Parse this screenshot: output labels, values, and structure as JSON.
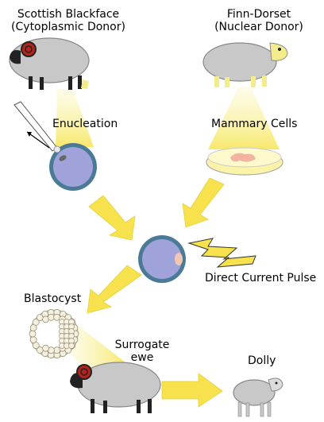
{
  "sheep": {
    "blackface_line1": "Scottish Blackface",
    "blackface_line2": "(Cytoplasmic Donor)",
    "finn_line1": "Finn-Dorset",
    "finn_line2": "(Nuclear Donor)"
  },
  "steps": {
    "enucleation": "Enucleation",
    "mammary": "Mammary Cells",
    "pulse": "Direct Current Pulse",
    "blastocyst": "Blastocyst",
    "surrogate_line1": "Surrogate",
    "surrogate_line2": "ewe",
    "dolly": "Dolly"
  },
  "colors": {
    "beam": "#f7e86a",
    "arrow": "#f7e24d",
    "cell_fill": "#9fa3d9",
    "cell_ring": "#4a7a95",
    "wool": "#c8c8c8",
    "blackface": "#222222",
    "horn": "#b5231b",
    "finn_face": "#f3ec8c",
    "dish": "#fbf4a8",
    "tissue": "#f2b3a0",
    "nucleus": "#f2c6b3",
    "blastomere": "#f5f0e0"
  }
}
